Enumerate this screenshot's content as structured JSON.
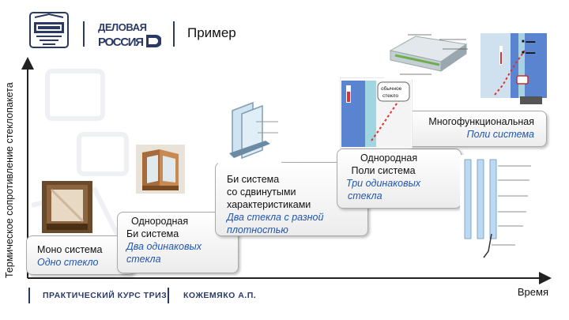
{
  "header": {
    "title": "Пример",
    "logo_text": "ДЕЛОВАЯ РОССИЯ"
  },
  "axes": {
    "y_label": "Термическое сопротивление стеклопакета",
    "x_label": "Время"
  },
  "steps": [
    {
      "title": "Моно система",
      "subtitle": "Одно стекло"
    },
    {
      "title_lines": [
        "Однородная",
        "Би система"
      ],
      "subtitle_lines": [
        "Два одинаковых",
        "стекла"
      ]
    },
    {
      "title_lines": [
        "Би система",
        "со сдвинутыми",
        "характеристиками"
      ],
      "subtitle_lines": [
        "Два стекла с разной",
        "плотностью"
      ]
    },
    {
      "title_lines": [
        "Однородная",
        "Поли система"
      ],
      "subtitle_lines": [
        "Три одинаковых",
        "стекла"
      ]
    },
    {
      "title": "Многофункциональная",
      "subtitle": "Поли система"
    }
  ],
  "diagram_labels": {
    "thermal": "обычное стекло"
  },
  "footer": {
    "course": "ПРАКТИЧЕСКИЙ КУРС ТРИЗ",
    "author": "КОЖЕМЯКО А.П."
  },
  "colors": {
    "axis": "#222222",
    "accent_blue": "#1f55b3",
    "logo_blue": "#2b3a64"
  }
}
